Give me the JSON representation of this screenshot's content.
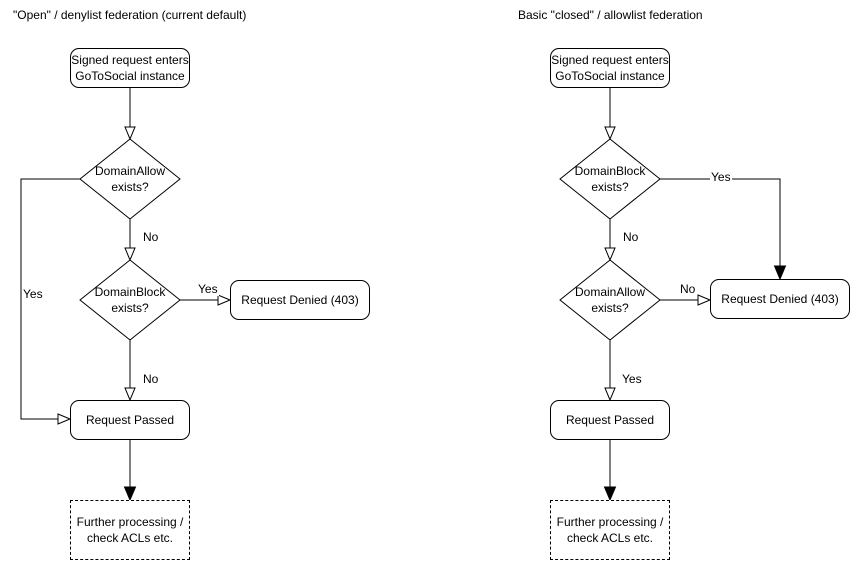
{
  "colors": {
    "stroke": "#000000",
    "background": "#ffffff",
    "text": "#000000"
  },
  "flowcharts": {
    "left": {
      "title": "\"Open\" / denylist federation (current default)",
      "nodes": {
        "start": "Signed request enters\nGoToSocial instance",
        "decision1": "DomainAllow\nexists?",
        "decision2": "DomainBlock\nexists?",
        "denied": "Request Denied (403)",
        "passed": "Request Passed",
        "further": "Further processing /\ncheck ACLs etc."
      },
      "edge_labels": {
        "decision1_yes": "Yes",
        "decision1_no": "No",
        "decision2_yes": "Yes",
        "decision2_no": "No"
      }
    },
    "right": {
      "title": "Basic \"closed\" / allowlist federation",
      "nodes": {
        "start": "Signed request enters\nGoToSocial instance",
        "decision1": "DomainBlock\nexists?",
        "decision2": "DomainAllow\nexists?",
        "denied": "Request Denied (403)",
        "passed": "Request Passed",
        "further": "Further processing /\ncheck ACLs etc."
      },
      "edge_labels": {
        "decision1_yes": "Yes",
        "decision1_no": "No",
        "decision2_no": "No",
        "decision2_yes": "Yes"
      }
    }
  }
}
